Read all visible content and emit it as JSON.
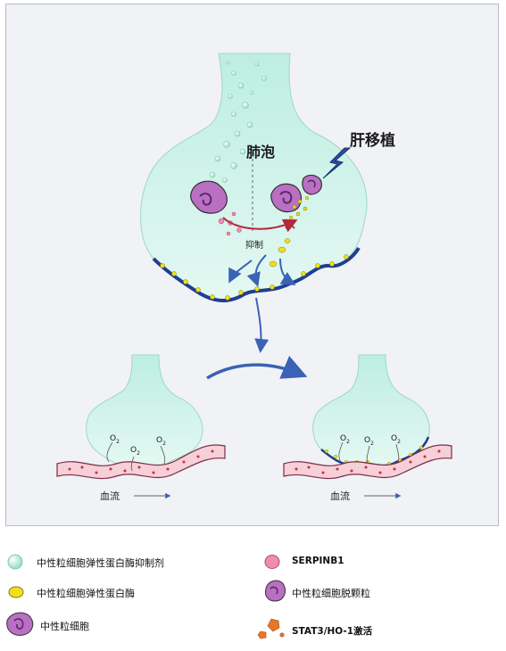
{
  "diagram": {
    "alveolus_label": "肺泡",
    "transplant_label": "肝移植",
    "inhibit_label": "抑制",
    "o2_label": "O",
    "o2_sub": "2",
    "bloodflow_left": "血流",
    "bloodflow_right": "血流"
  },
  "legend": [
    {
      "icon": "elastase-inhibitor-icon",
      "label": "中性粒细胞弹性蛋白酶抑制剂"
    },
    {
      "icon": "serpinb1-icon",
      "label": "SERPINB1"
    },
    {
      "icon": "elastase-icon",
      "label": "中性粒细胞弹性蛋白酶"
    },
    {
      "icon": "degranulation-icon",
      "label": "中性粒细胞脱颗粒"
    },
    {
      "icon": "neutrophil-icon",
      "label": "中性粒细胞"
    },
    {
      "icon": "stat3-icon",
      "label": "STAT3/HO-1激活"
    }
  ],
  "colors": {
    "alveolus_fill": "#c9f0e6",
    "alveolus_edge": "#1f3f8f",
    "elastase": "#f0e01a",
    "serpinb1": "#f08cb4",
    "neutrophil": "#b96fc2",
    "arrow": "#3b62b5",
    "inhibit_arrow": "#b3283c",
    "stat3": "#e8762a"
  }
}
